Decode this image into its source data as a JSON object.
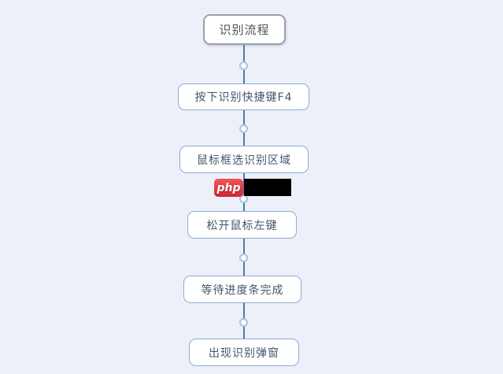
{
  "flow": {
    "title": "识别流程",
    "nodes": [
      {
        "id": "start",
        "label": "识别流程"
      },
      {
        "id": "step-1",
        "label": "按下识别快捷键F4"
      },
      {
        "id": "step-2",
        "label": "鼠标框选识别区域"
      },
      {
        "id": "step-3",
        "label": "松开鼠标左键"
      },
      {
        "id": "step-4",
        "label": "等待进度条完成"
      },
      {
        "id": "step-5",
        "label": "出现识别弹窗"
      }
    ]
  },
  "watermark": {
    "logo_text": "php",
    "brand_color": "#d02535"
  },
  "colors": {
    "background": "#edf0f8",
    "connector": "#4a7aab",
    "step_border": "#8badd5",
    "start_border": "#9ba1a9",
    "node_fill": "#ffffff",
    "text": "#44566b"
  }
}
